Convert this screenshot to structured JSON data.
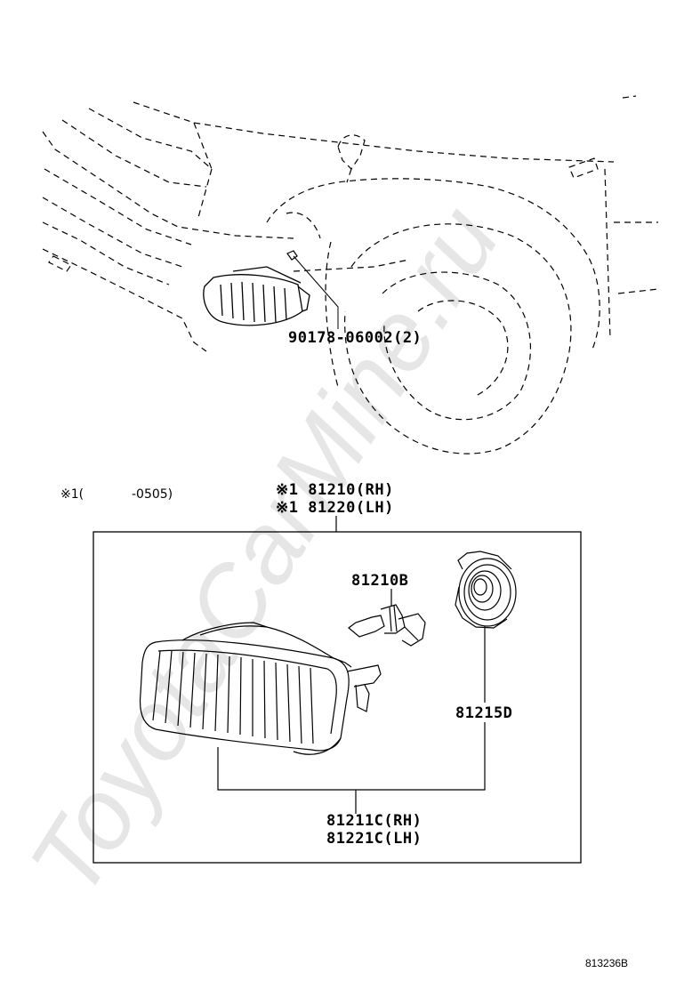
{
  "labels": {
    "screw": "90178-06002(2)",
    "note_mark": "※1(",
    "note_range": "-0505)",
    "assy_rh": "※1 81210(RH)",
    "assy_lh": "※1 81220(LH)",
    "bulb": "81210B",
    "socket": "81215D",
    "unit_rh": "81211C(RH)",
    "unit_lh": "81221C(LH)"
  },
  "footer": {
    "code": "813236B"
  },
  "watermark": {
    "text": "ToyotaCarMine.ru",
    "color": "#d9d9d9"
  }
}
